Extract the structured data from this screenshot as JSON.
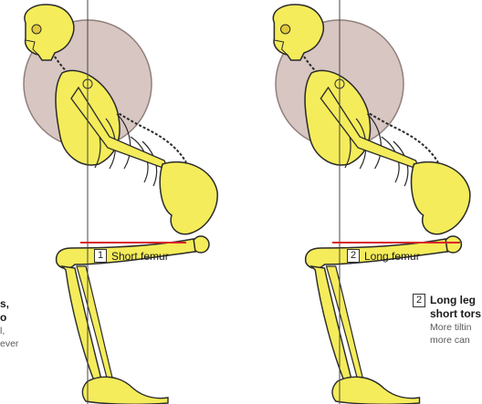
{
  "panels": [
    {
      "number": "1",
      "caption": "Short femur"
    },
    {
      "number": "2",
      "caption": "Long femur"
    }
  ],
  "left_text": {
    "line1": "s,",
    "line2": "o",
    "line3": "l,",
    "line4": "ever"
  },
  "right_note": {
    "number": "2",
    "line1": "Long leg",
    "line2": "short tors",
    "line3": "More tiltin",
    "line4": "more can"
  },
  "colors": {
    "bone": "#f4ec5a",
    "bone_shade": "#e0c83a",
    "outline": "#2a2a2a",
    "plate": "#c9b3ad",
    "plate_edge": "#8f7f7b",
    "marker_line": "#d9232a"
  }
}
